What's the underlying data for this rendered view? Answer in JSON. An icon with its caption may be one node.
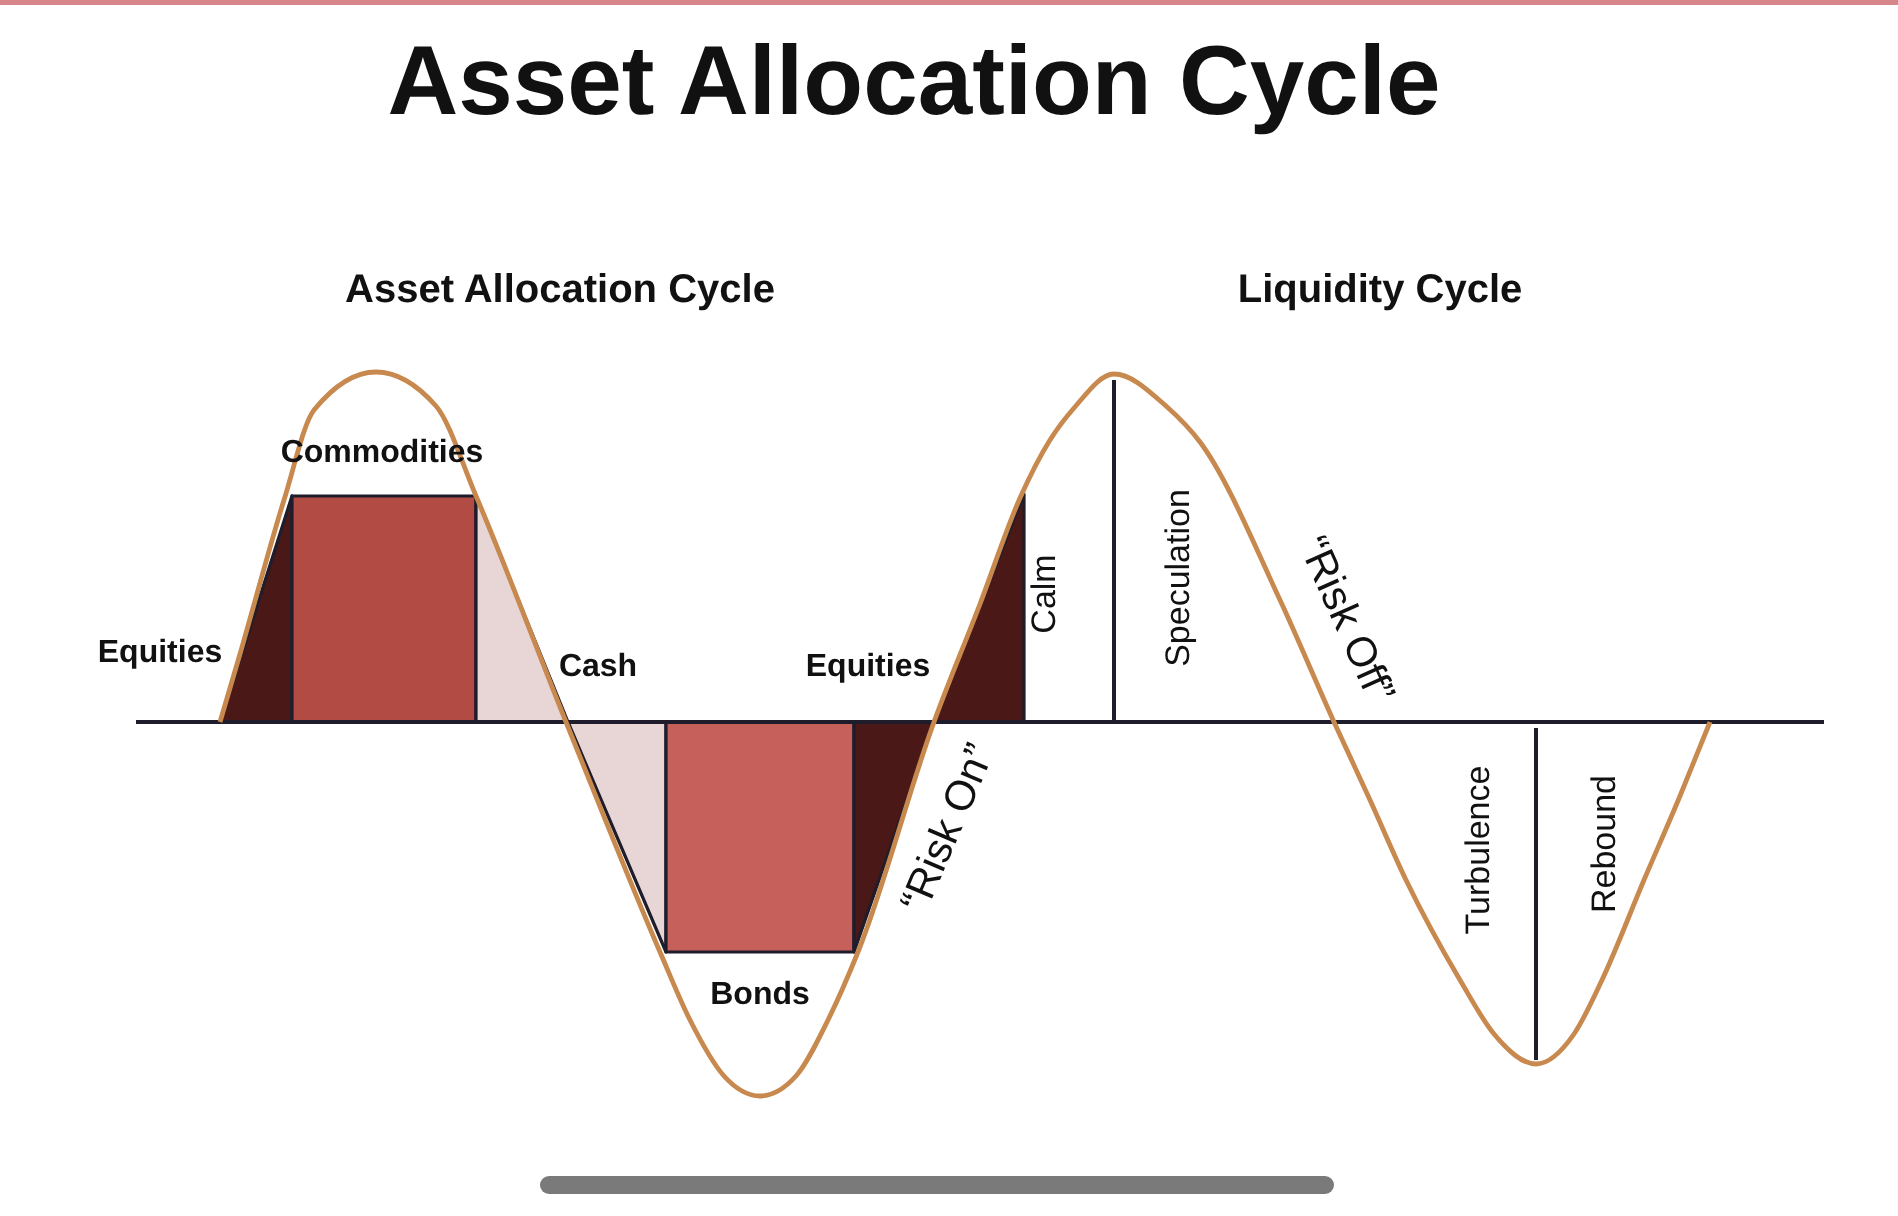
{
  "diagram": {
    "title": "Asset Allocation Cycle",
    "labels": [
      "Asset Allocation Cycle",
      "Liquidity Cycle",
      "Equities",
      "Commodities",
      "Cash",
      "Equities",
      "Bonds",
      "“Risk On”",
      "Calm",
      "Speculation",
      "“Risk Off”",
      "Turbulence",
      "Rebound"
    ]
  }
}
